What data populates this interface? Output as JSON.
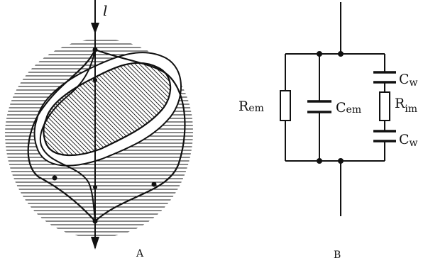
{
  "panels": {
    "a": {
      "caption": "A",
      "current_label": "l"
    },
    "b": {
      "caption": "B",
      "r_em": {
        "main": "R",
        "sub": "em"
      },
      "c_em": {
        "main": "C",
        "sub": "em"
      },
      "r_im": {
        "main": "R",
        "sub": "im"
      },
      "c_w_top": {
        "main": "C",
        "sub": "w"
      },
      "c_w_bottom": {
        "main": "C",
        "sub": "w"
      }
    }
  },
  "colors": {
    "ink": "#111111",
    "background": "#ffffff"
  }
}
